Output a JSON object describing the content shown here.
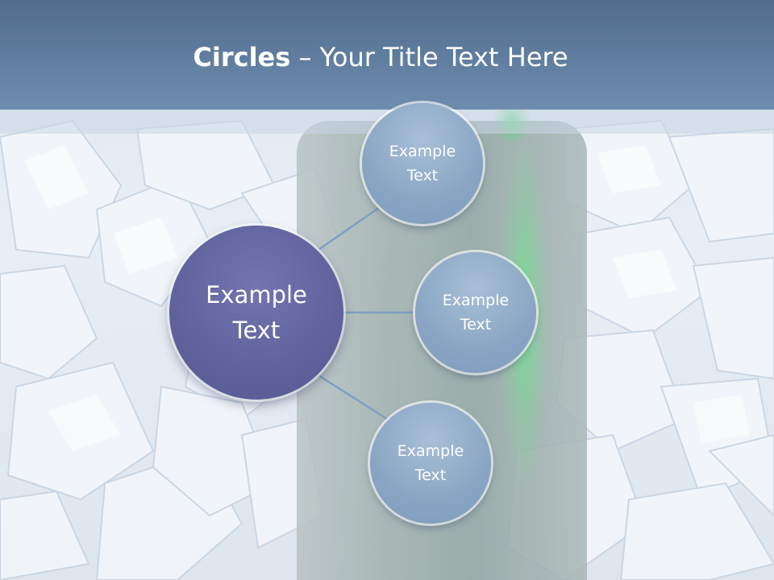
{
  "title": {
    "bold": "Circles",
    "rest": " – Your Title Text Here"
  },
  "hub": {
    "line1": "Example",
    "line2": "Text"
  },
  "satellites": [
    {
      "line1": "Example",
      "line2": "Text"
    },
    {
      "line1": "Example",
      "line2": "Text"
    },
    {
      "line1": "Example",
      "line2": "Text"
    }
  ],
  "colors": {
    "title_band": "#5f7ea2",
    "hub": "#6468a3",
    "satellite": "#8ea9c8",
    "connector": "#7f9fc2"
  }
}
